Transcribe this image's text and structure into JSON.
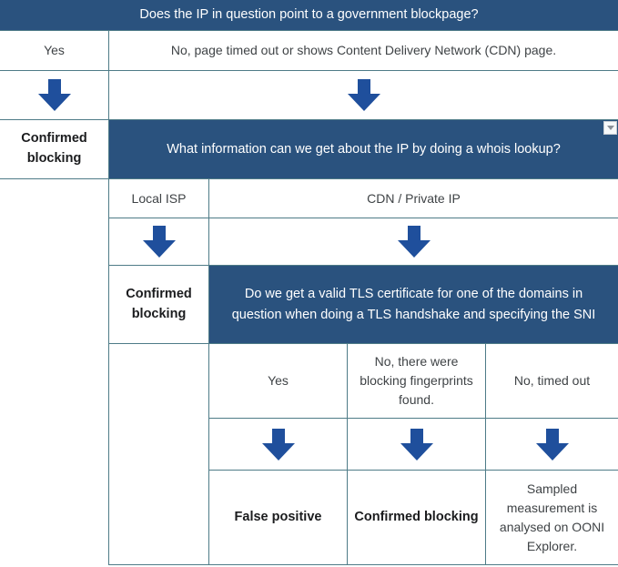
{
  "colors": {
    "header_bg": "#2a527e",
    "arrow": "#1f4f9c",
    "border": "#4e7b87",
    "text": "#3f4346",
    "bold_text": "#1b1c1e",
    "header_text": "#ffffff"
  },
  "flowchart": {
    "q1": "Does the IP in question point to a government blockpage?",
    "q1_answer_yes": "Yes",
    "q1_answer_no": "No, page timed out or shows Content Delivery Network (CDN) page.",
    "q1_yes_result": "Confirmed blocking",
    "q2": "What information can we get about the IP by doing a whois lookup?",
    "q2_answer_local_isp": "Local ISP",
    "q2_answer_cdn": "CDN / Private IP",
    "q2_local_isp_result": "Confirmed blocking",
    "q3": "Do we get a valid TLS certificate for one of the domains in question when doing a TLS handshake and specifying the SNI",
    "q3_answer_yes": "Yes",
    "q3_answer_fingerprints": "No, there were blocking fingerprints found.",
    "q3_answer_timeout": "No, timed out",
    "q3_yes_result": "False positive",
    "q3_fingerprints_result": "Confirmed blocking",
    "q3_timeout_result": "Sampled measurement is analysed on OONI Explorer."
  }
}
